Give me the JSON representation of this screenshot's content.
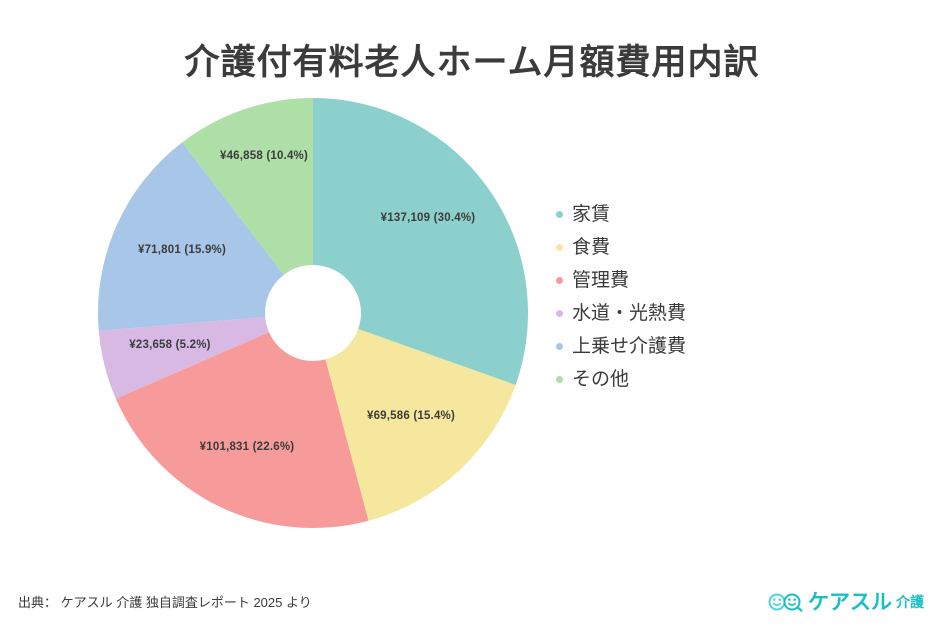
{
  "chart_data": {
    "type": "pie",
    "title": "介護付有料老人ホーム月額費用内訳",
    "xlabel": "",
    "ylabel": "",
    "legend_position": "right",
    "donut": true,
    "start_angle_deg": 0,
    "direction": "clockwise",
    "categories": [
      "家賃",
      "食費",
      "管理費",
      "水道・光熱費",
      "上乗せ介護費",
      "その他"
    ],
    "values": [
      137109,
      69586,
      101831,
      23658,
      71801,
      46858
    ],
    "percentages": [
      30.4,
      15.4,
      22.6,
      5.2,
      15.9,
      10.4
    ],
    "value_labels": [
      "¥137,109 (30.4%)",
      "¥69,586 (15.4%)",
      "¥101,831 (22.6%)",
      "¥23,658 (5.2%)",
      "¥71,801 (15.9%)",
      "¥46,858 (10.4%)"
    ],
    "colors": [
      "#8BD0CC",
      "#F5E79E",
      "#F79A9A",
      "#D7B9E4",
      "#A8C6E8",
      "#ADDFA6"
    ],
    "slices": [
      {
        "label": "家賃",
        "value": 137109,
        "percent": 30.4,
        "value_label": "¥137,109 (30.4%)",
        "color": "#8BD0CC"
      },
      {
        "label": "食費",
        "value": 69586,
        "percent": 15.4,
        "value_label": "¥69,586 (15.4%)",
        "color": "#F5E79E"
      },
      {
        "label": "管理費",
        "value": 101831,
        "percent": 22.6,
        "value_label": "¥101,831 (22.6%)",
        "color": "#F79A9A"
      },
      {
        "label": "水道・光熱費",
        "value": 23658,
        "percent": 5.2,
        "value_label": "¥23,658 (5.2%)",
        "color": "#D7B9E4"
      },
      {
        "label": "上乗せ介護費",
        "value": 71801,
        "percent": 15.9,
        "value_label": "¥71,801 (15.9%)",
        "color": "#A8C6E8"
      },
      {
        "label": "その他",
        "value": 46858,
        "percent": 10.4,
        "value_label": "¥46,858 (10.4%)",
        "color": "#ADDFA6"
      }
    ]
  },
  "footer": {
    "source": "出典： ケアスル 介護 独自調査レポート 2025 より"
  },
  "brand": {
    "name": "ケアスル",
    "suffix": "介護",
    "color": "#18BFC4",
    "mark": "two-smiley-faces-icon"
  }
}
